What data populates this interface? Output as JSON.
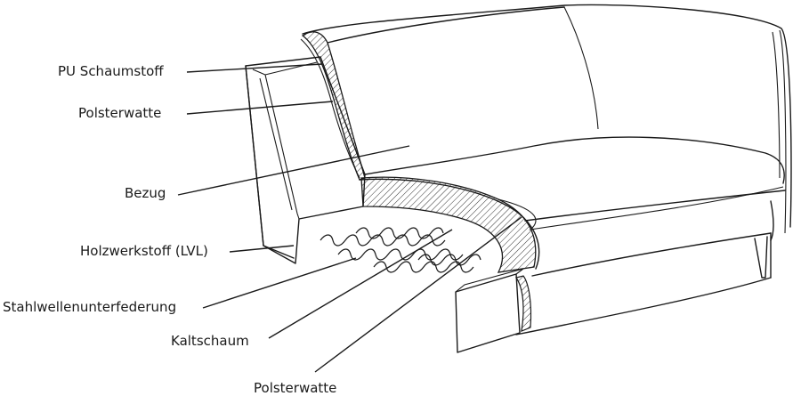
{
  "labels": [
    "PU Schaumstoff",
    "Polsterwatte",
    "Bezug",
    "Holzwerkstoff (LVL)",
    "Stahlwellenunterfederung",
    "Kaltschaum",
    "Polsterwatte"
  ]
}
